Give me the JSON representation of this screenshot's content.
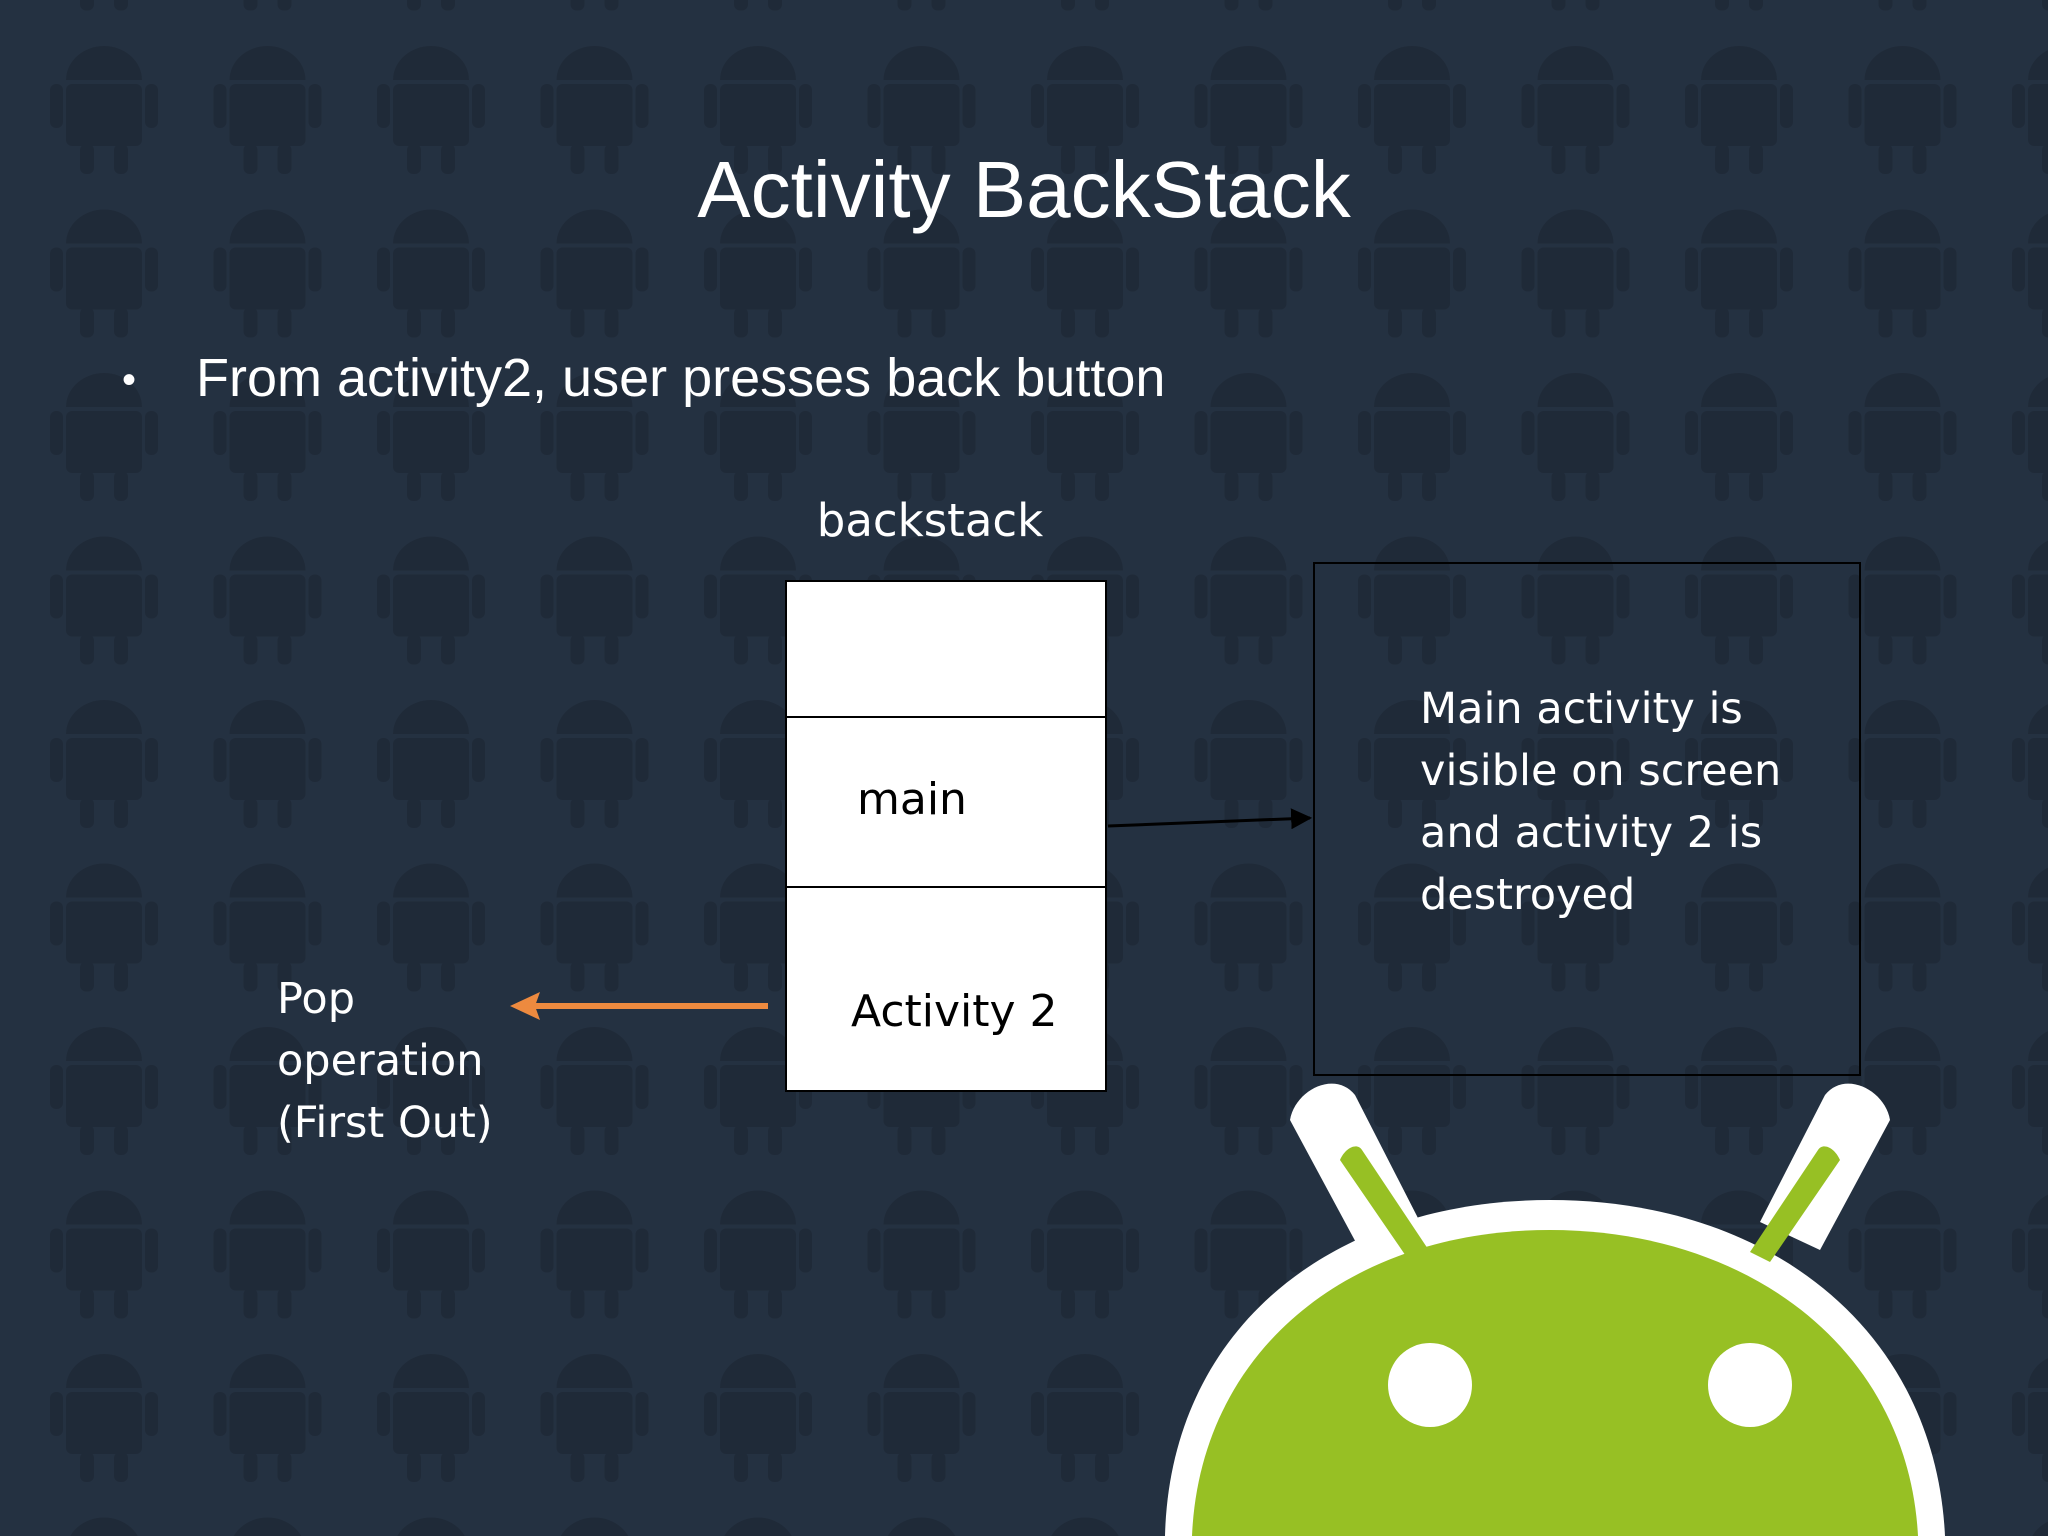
{
  "slide": {
    "title": "Activity BackStack",
    "bullet": "From activity2, user presses back button"
  },
  "diagram": {
    "stack_label": "backstack",
    "stack_cells": [
      "",
      "main",
      "Activity 2"
    ],
    "result_text": "Main activity is visible on screen and activity 2 is destroyed",
    "pop_label": "Pop operation (First Out)"
  },
  "colors": {
    "background": "#243141",
    "pop_arrow": "#ed8a3f",
    "android_green": "#97c024"
  }
}
